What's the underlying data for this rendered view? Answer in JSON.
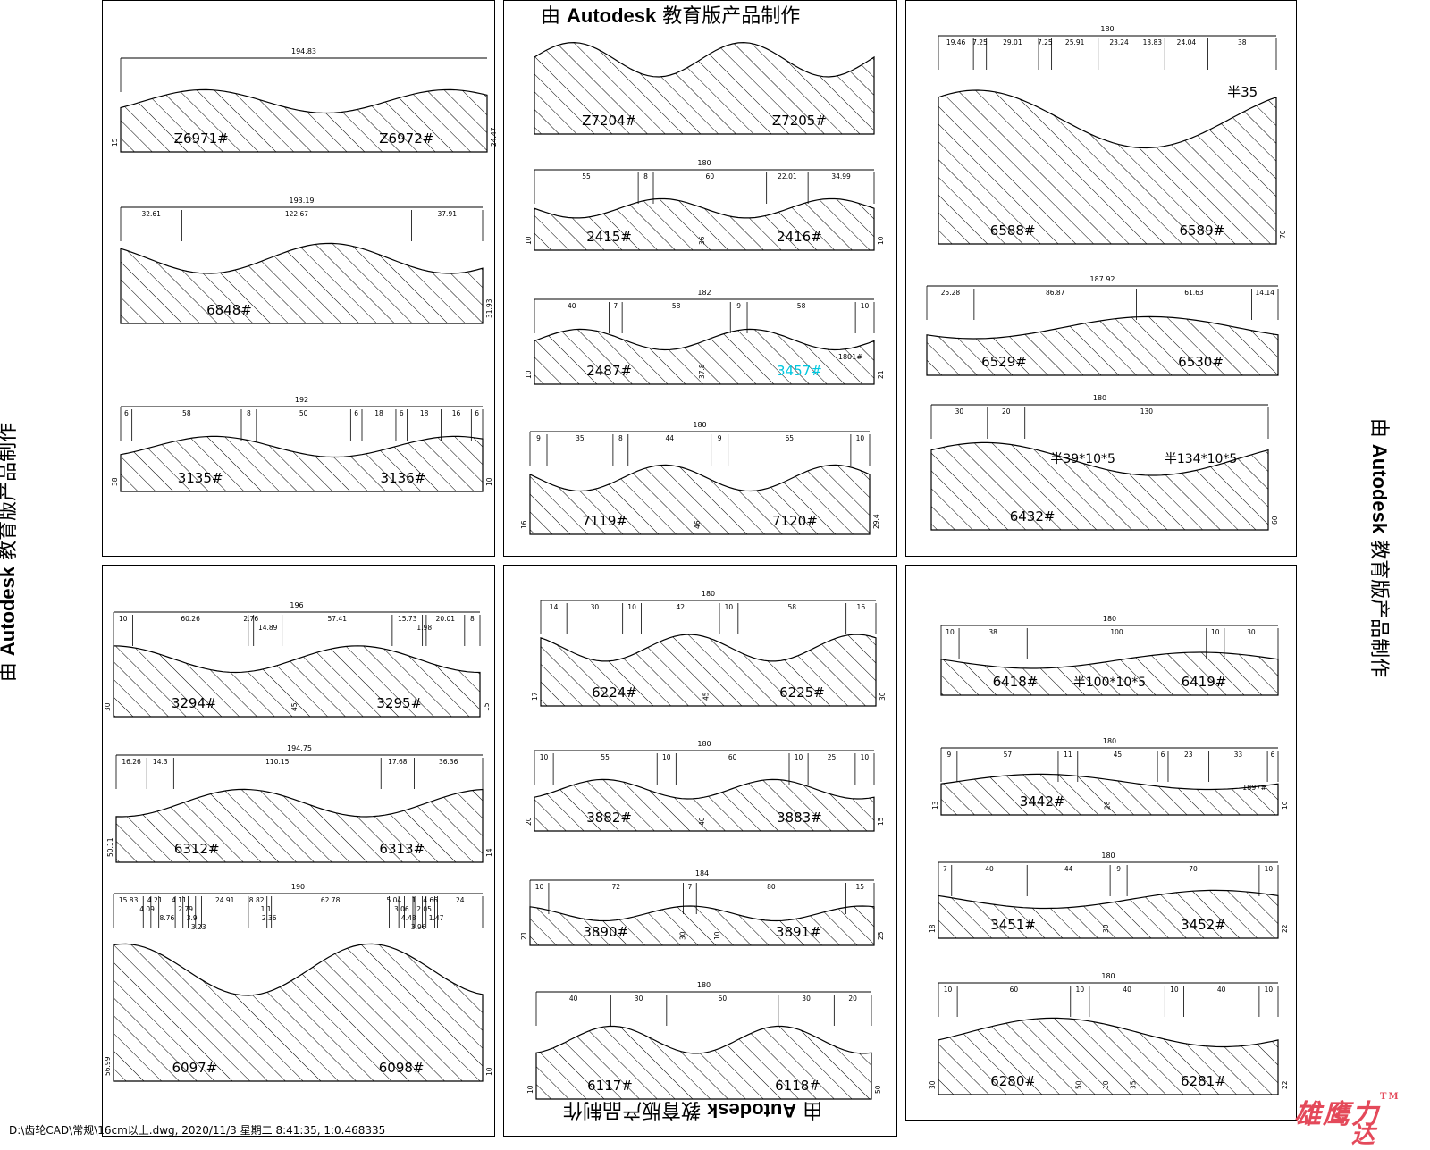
{
  "watermark": {
    "prefix": "由 ",
    "brand": "Autodesk",
    "suffix": " 教育版产品制作"
  },
  "footer": "D:\\齿轮CAD\\常规\\16cm以上.dwg, 2020/11/3 星期二 8:41:35, 1:0.468335",
  "logo": {
    "main": "雄鹰力",
    "sub": "达",
    "tm": "TM"
  },
  "colors": {
    "line": "#000000",
    "highlight": "#00c8e0",
    "logo": "#e4495a"
  },
  "panels": [
    {
      "profiles": [
        {
          "parts": [
            "Z6971#",
            "Z6972#"
          ],
          "total": "194.83",
          "dims": [],
          "sides": [
            "15",
            "24.47"
          ]
        },
        {
          "parts": [
            "6848#"
          ],
          "total": "193.19",
          "dims": [
            "32.61",
            "122.67",
            "37.91"
          ],
          "sides": [
            "31.93"
          ]
        },
        {
          "parts": [
            "3135#",
            "3136#"
          ],
          "total": "192",
          "dims": [
            "6",
            "58",
            "8",
            "50",
            "6",
            "18",
            "6",
            "18",
            "16",
            "6"
          ],
          "sides": [
            "38",
            "10"
          ]
        }
      ]
    },
    {
      "profiles": [
        {
          "parts": [
            "Z7204#",
            "Z7205#"
          ],
          "total": "",
          "dims": [],
          "sides": []
        },
        {
          "parts": [
            "2415#",
            "2416#"
          ],
          "total": "180",
          "dims": [
            "55",
            "8",
            "60",
            "22.01",
            "34.99"
          ],
          "sides": [
            "10",
            "36",
            "10"
          ]
        },
        {
          "parts": [
            "2487#",
            "3457#"
          ],
          "total": "182",
          "dims": [
            "40",
            "7",
            "58",
            "9",
            "58",
            "10"
          ],
          "sides": [
            "10",
            "37.8",
            "21"
          ],
          "note": "1801#"
        },
        {
          "parts": [
            "7119#",
            "7120#"
          ],
          "total": "180",
          "dims": [
            "9",
            "35",
            "8",
            "44",
            "9",
            "65",
            "10"
          ],
          "sides": [
            "16",
            "46",
            "29.4"
          ]
        }
      ]
    },
    {
      "profiles": [
        {
          "parts": [
            "6588#",
            "6589#"
          ],
          "total": "180",
          "dims": [
            "19.46",
            "7.25",
            "29.01",
            "7.25",
            "25.91",
            "23.24",
            "13.83",
            "24.04",
            "38"
          ],
          "sides": [
            "70"
          ],
          "note": "半35"
        },
        {
          "parts": [
            "6529#",
            "6530#"
          ],
          "total": "187.92",
          "dims": [
            "25.28",
            "86.87",
            "61.63",
            "14.14"
          ],
          "sides": []
        },
        {
          "parts": [
            "6432#"
          ],
          "total": "180",
          "dims": [
            "30",
            "20",
            "130"
          ],
          "sides": [
            "60"
          ],
          "labels": [
            "半39*10*5",
            "半134*10*5"
          ]
        }
      ]
    },
    {
      "profiles": [
        {
          "parts": [
            "3294#",
            "3295#"
          ],
          "total": "196",
          "dims": [
            "10",
            "60.26",
            "2.76",
            "14.89",
            "57.41",
            "15.73",
            "1.98",
            "20.01",
            "8"
          ],
          "sides": [
            "30",
            "45",
            "15"
          ]
        },
        {
          "parts": [
            "6312#",
            "6313#"
          ],
          "total": "194.75",
          "dims": [
            "16.26",
            "14.3",
            "110.15",
            "17.68",
            "36.36"
          ],
          "sides": [
            "50.11",
            "14"
          ]
        },
        {
          "parts": [
            "6097#",
            "6098#"
          ],
          "total": "190",
          "dims": [
            "15.83",
            "4.09",
            "4.21",
            "8.76",
            "4.11",
            "2.79",
            "3.9",
            "3.23",
            "24.91",
            "8.82",
            "1.1",
            "2.36",
            "62.78",
            "5.04",
            "3.06",
            "4.48",
            "1",
            "3.96",
            "2.05",
            "4.66",
            "1.47",
            "24"
          ],
          "sides": [
            "56.99",
            "10"
          ]
        }
      ]
    },
    {
      "profiles": [
        {
          "parts": [
            "6224#",
            "6225#"
          ],
          "total": "180",
          "dims": [
            "14",
            "30",
            "10",
            "42",
            "10",
            "58",
            "16"
          ],
          "sides": [
            "17",
            "45",
            "30"
          ]
        },
        {
          "parts": [
            "3882#",
            "3883#"
          ],
          "total": "180",
          "dims": [
            "10",
            "55",
            "10",
            "60",
            "10",
            "25",
            "10"
          ],
          "sides": [
            "20",
            "40",
            "15"
          ]
        },
        {
          "parts": [
            "3890#",
            "3891#"
          ],
          "total": "184",
          "dims": [
            "10",
            "72",
            "7",
            "80",
            "15"
          ],
          "sides": [
            "21",
            "30",
            "10",
            "25"
          ]
        },
        {
          "parts": [
            "6117#",
            "6118#"
          ],
          "total": "180",
          "dims": [
            "40",
            "30",
            "60",
            "30",
            "20"
          ],
          "sides": [
            "10",
            "50"
          ]
        }
      ]
    },
    {
      "profiles": [
        {
          "parts": [
            "6418#",
            "6419#"
          ],
          "total": "180",
          "dims": [
            "10",
            "38",
            "100",
            "10",
            "30"
          ],
          "sides": [],
          "labels": [
            "半100*10*5"
          ]
        },
        {
          "parts": [
            "3442#"
          ],
          "total": "180",
          "dims": [
            "9",
            "57",
            "11",
            "45",
            "6",
            "23",
            "33",
            "6"
          ],
          "sides": [
            "13",
            "28",
            "10"
          ],
          "note": "1897#"
        },
        {
          "parts": [
            "3451#",
            "3452#"
          ],
          "total": "180",
          "dims": [
            "7",
            "40",
            "44",
            "9",
            "70",
            "10"
          ],
          "sides": [
            "18",
            "30",
            "22"
          ]
        },
        {
          "parts": [
            "6280#",
            "6281#"
          ],
          "total": "180",
          "dims": [
            "10",
            "60",
            "10",
            "40",
            "10",
            "40",
            "10"
          ],
          "sides": [
            "30",
            "50",
            "10",
            "35",
            "22"
          ]
        }
      ]
    }
  ]
}
